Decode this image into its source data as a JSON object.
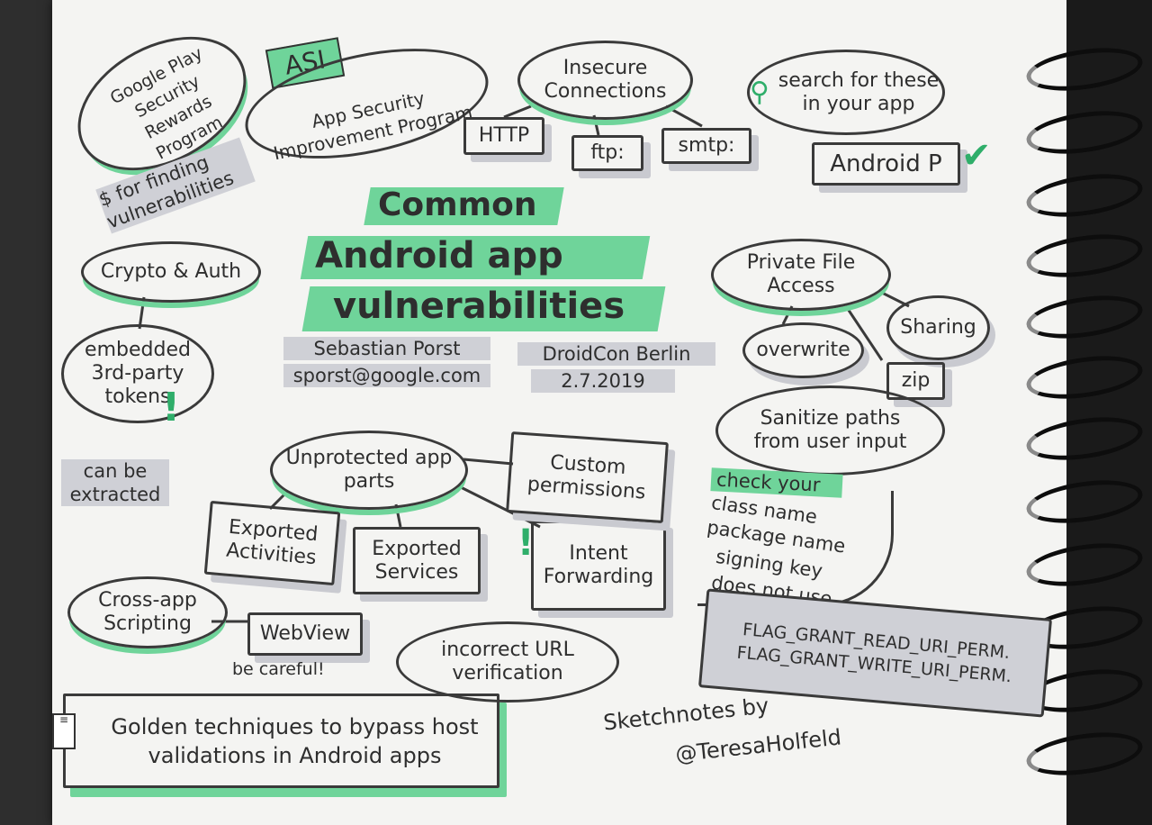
{
  "title": {
    "line1": "Common",
    "line2": "Android app",
    "line3": "vulnerabilities"
  },
  "speaker": {
    "name": "Sebastian Porst",
    "email": "sporst@google.com"
  },
  "event": {
    "name": "DroidCon Berlin",
    "date": "2.7.2019"
  },
  "rewards": {
    "text": "Google Play Security Rewards Program",
    "note": "$ for finding vulnerabilities"
  },
  "asi": {
    "badge": "ASI",
    "text": "App Security Improvement Program"
  },
  "insecure": {
    "title": "Insecure Connections",
    "items": [
      "HTTP",
      "ftp:",
      "smtp:"
    ]
  },
  "search": {
    "text": "search for these in your app"
  },
  "android_p": "Android P",
  "crypto": {
    "title": "Crypto & Auth",
    "child": "embedded 3rd-party tokens",
    "note": "can be extracted"
  },
  "private_file": {
    "title": "Private File Access",
    "items": [
      "Sharing",
      "overwrite",
      "zip"
    ],
    "sanitize": "Sanitize paths from user input"
  },
  "unprotected": {
    "title": "Unprotected app parts",
    "items": [
      "Exported Activities",
      "Exported Services",
      "Intent Forwarding",
      "Custom permissions"
    ]
  },
  "check": {
    "title": "check your",
    "items": [
      "class name",
      "package name",
      "signing key",
      "does not use"
    ],
    "flags": [
      "FLAG_GRANT_READ_URI_PERM.",
      "FLAG_GRANT_WRITE_URI_PERM."
    ]
  },
  "xss": {
    "title": "Cross-app Scripting",
    "webview": "WebView",
    "careful": "be careful!"
  },
  "url": "incorrect URL verification",
  "golden": "Golden techniques to bypass host validations in Android apps",
  "credit": {
    "line1": "Sketchnotes by",
    "line2": "@TeresaHolfeld"
  },
  "colors": {
    "accent": "#6fd49a",
    "shade": "#c9cad0",
    "ink": "#2e2e2e"
  }
}
